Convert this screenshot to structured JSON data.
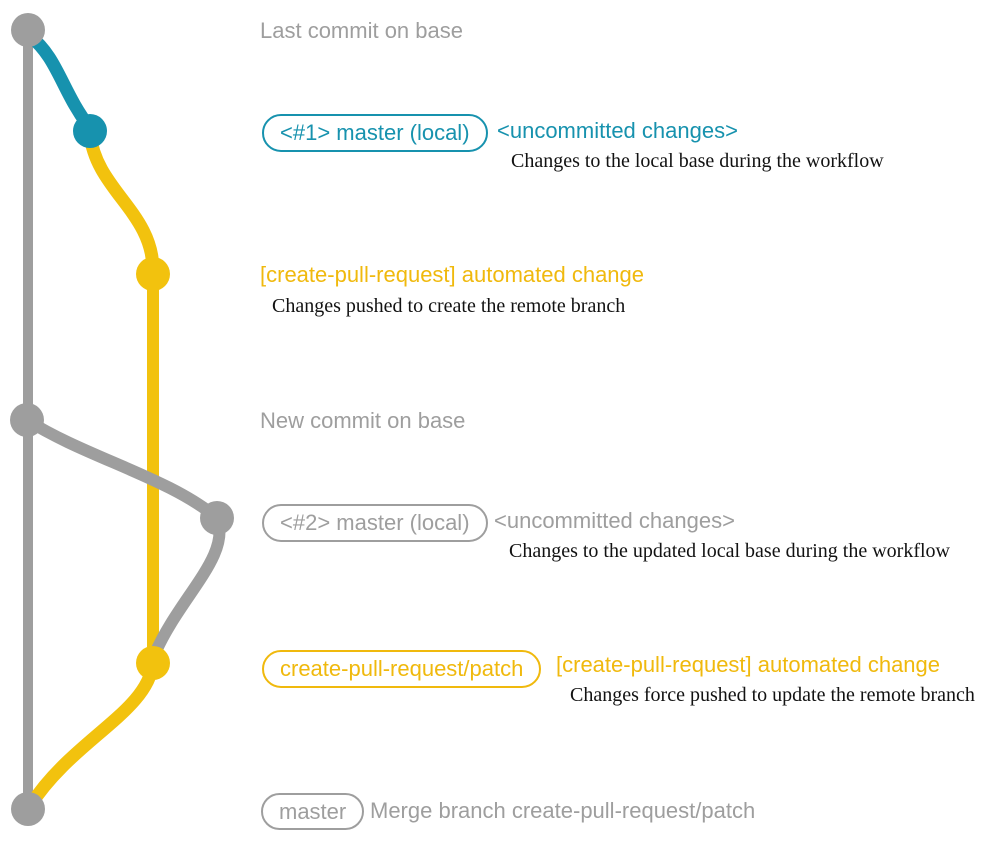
{
  "colors": {
    "gray": "#9e9e9e",
    "teal": "#1792ae",
    "gold": "#f2c20e",
    "text_black": "#121212"
  },
  "graph": {
    "commit_nodes": [
      "base-last-commit",
      "local-master-1",
      "patch-automated-1",
      "base-new-commit",
      "local-master-2",
      "patch-automated-2",
      "merge-commit"
    ]
  },
  "annotations": {
    "last_commit": {
      "label": "Last commit on base"
    },
    "row1": {
      "badge": "<#1> master (local)",
      "title": "<uncommitted changes>",
      "subtitle": "Changes to the local base during the workflow"
    },
    "row2": {
      "title": "[create-pull-request] automated change",
      "subtitle": "Changes pushed to create the remote branch"
    },
    "new_commit": {
      "label": "New commit on base"
    },
    "row3": {
      "badge": "<#2> master (local)",
      "title": "<uncommitted changes>",
      "subtitle": "Changes to the updated local base during the workflow"
    },
    "row4": {
      "badge": "create-pull-request/patch",
      "title": "[create-pull-request] automated change",
      "subtitle": "Changes force pushed to update the remote branch"
    },
    "row5": {
      "badge": "master",
      "title": "Merge branch create-pull-request/patch"
    }
  }
}
